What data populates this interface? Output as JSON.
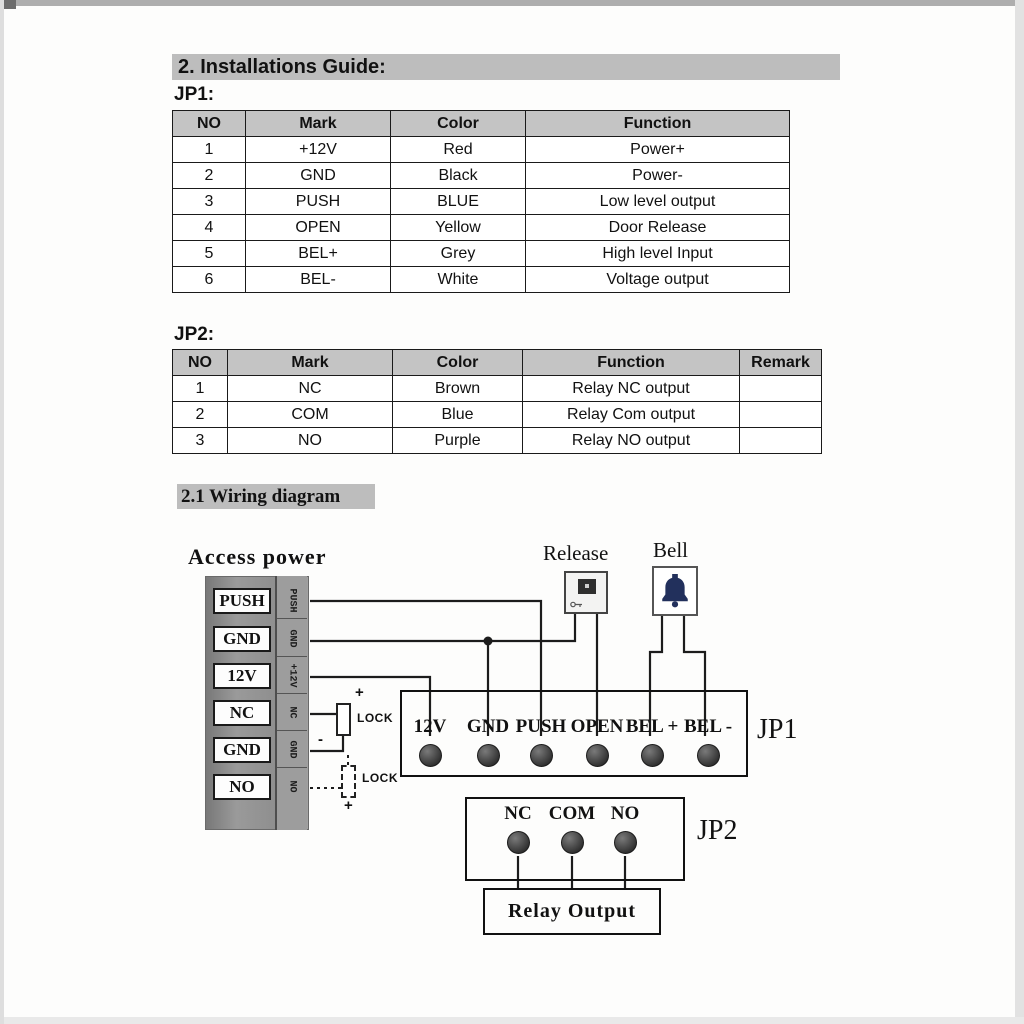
{
  "page": {
    "section_title": "2. Installations Guide:",
    "jp1_label": "JP1:",
    "jp2_label": "JP2:",
    "wiring_title": "2.1  Wiring diagram"
  },
  "jp1_table": {
    "headers": [
      "NO",
      "Mark",
      "Color",
      "Function"
    ],
    "rows": [
      [
        "1",
        "+12V",
        "Red",
        "Power+"
      ],
      [
        "2",
        "GND",
        "Black",
        "Power-"
      ],
      [
        "3",
        "PUSH",
        "BLUE",
        "Low level output"
      ],
      [
        "4",
        "OPEN",
        "Yellow",
        "Door Release"
      ],
      [
        "5",
        "BEL+",
        "Grey",
        "High level Input"
      ],
      [
        "6",
        "BEL-",
        "White",
        "Voltage output"
      ]
    ]
  },
  "jp2_table": {
    "headers": [
      "NO",
      "Mark",
      "Color",
      "Function",
      "Remark"
    ],
    "rows": [
      [
        "1",
        "NC",
        "Brown",
        "Relay NC output",
        ""
      ],
      [
        "2",
        "COM",
        "Blue",
        "Relay Com output",
        ""
      ],
      [
        "3",
        "NO",
        "Purple",
        "Relay NO output",
        ""
      ]
    ]
  },
  "diagram": {
    "access_power_label": "Access power",
    "terminals": [
      "PUSH",
      "GND",
      "12V",
      "NC",
      "GND",
      "NO"
    ],
    "strip_labels": [
      "PUSH",
      "GND",
      "+12V",
      "NC",
      "GND",
      "NO"
    ],
    "release_label": "Release",
    "bell_label": "Bell",
    "lock1_label": "LOCK",
    "lock2_label": "LOCK",
    "plus_sign": "+",
    "minus_sign": "-",
    "jp1_name": "JP1",
    "jp1_pins": [
      "12V",
      "GND",
      "PUSH",
      "OPEN",
      "BEL +",
      "BEL -"
    ],
    "jp2_name": "JP2",
    "jp2_pins": [
      "NC",
      "COM",
      "NO"
    ],
    "relay_output_label": "Relay Output"
  }
}
